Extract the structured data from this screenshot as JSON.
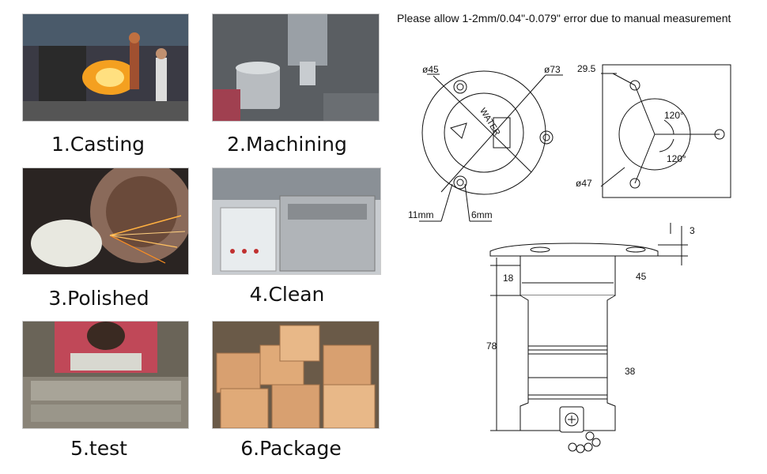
{
  "steps": [
    {
      "label": "1.Casting",
      "photo_icon": "casting-photo"
    },
    {
      "label": "2.Machining",
      "photo_icon": "machining-photo"
    },
    {
      "label": "3.Polished",
      "photo_icon": "polishing-photo"
    },
    {
      "label": "4.Clean",
      "photo_icon": "cleaning-photo"
    },
    {
      "label": "5.test",
      "photo_icon": "testing-photo"
    },
    {
      "label": "6.Package",
      "photo_icon": "package-photo"
    }
  ],
  "note": "Please allow 1-2mm/0.04\"-0.079\" error due to manual measurement",
  "drawing": {
    "top_view": {
      "dia_small": "ø45",
      "dia_large": "ø73",
      "lid_text": "WATER",
      "dim_hole": "11mm",
      "dim_slot": "6mm"
    },
    "bottom_view": {
      "offset": "29.5",
      "angle_1": "120°",
      "angle_2": "120°",
      "dia": "ø47"
    },
    "side_view": {
      "flange": "3",
      "depth": "18",
      "dia_upper": "45",
      "height": "78",
      "dia_lower": "38"
    }
  }
}
